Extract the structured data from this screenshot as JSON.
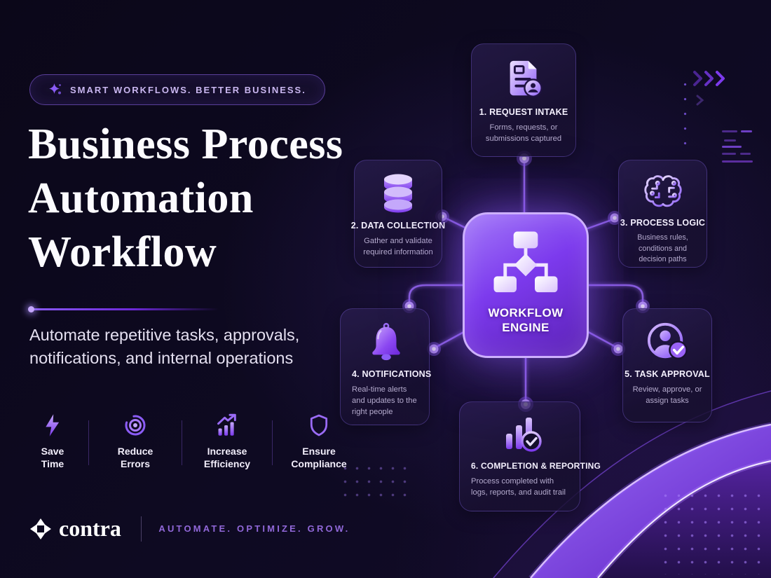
{
  "badge": {
    "label": "SMART WORKFLOWS. BETTER BUSINESS.",
    "icon": "sparkle-icon"
  },
  "title": {
    "lines": [
      "Business Process",
      "Automation",
      "Workflow"
    ]
  },
  "subtitle": "Automate repetitive tasks, approvals, notifications, and internal operations",
  "benefits": [
    {
      "icon": "lightning-icon",
      "label": "Save Time"
    },
    {
      "icon": "target-icon",
      "label": "Reduce Errors"
    },
    {
      "icon": "growth-arrow-icon",
      "label": "Increase Efficiency"
    },
    {
      "icon": "shield-icon",
      "label": "Ensure Compliance"
    }
  ],
  "footer": {
    "brand": "contra",
    "tagline": "AUTOMATE. OPTIMIZE. GROW."
  },
  "diagram": {
    "center": {
      "line1": "WORKFLOW",
      "line2": "ENGINE",
      "icon": "flowchart-icon"
    },
    "nodes": [
      {
        "step": "1. REQUEST INTAKE",
        "description": "Forms, requests, or submissions captured",
        "icon": "document-user-icon"
      },
      {
        "step": "2. DATA COLLECTION",
        "description": "Gather and validate required information",
        "icon": "database-icon"
      },
      {
        "step": "3. PROCESS LOGIC",
        "description": "Business rules, conditions and decision paths",
        "icon": "brain-icon"
      },
      {
        "step": "4. NOTIFICATIONS",
        "description": "Real-time alerts and updates to the right people",
        "icon": "bell-icon"
      },
      {
        "step": "5. TASK APPROVAL",
        "description": "Review, approve, or assign tasks",
        "icon": "user-check-icon"
      },
      {
        "step": "6. COMPLETION & REPORTING",
        "description": "Process completed with logs, reports, and audit trail",
        "icon": "chart-check-icon"
      }
    ]
  },
  "colors": {
    "background": "#0c081d",
    "accent": "#8b5cf6",
    "accent_light": "#c4a7fb",
    "accent_deep": "#4c1d95",
    "card_border": "#4a347e",
    "text_primary": "#f5f2ff",
    "text_secondary": "#b5abce",
    "tagline": "#9168d9"
  }
}
